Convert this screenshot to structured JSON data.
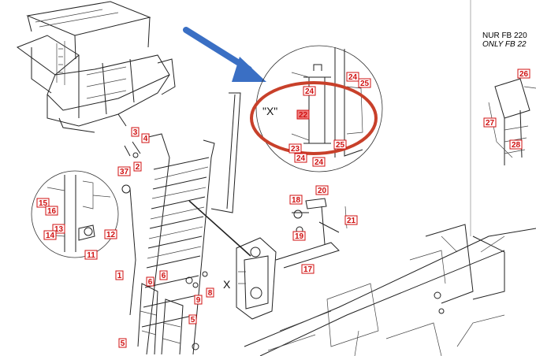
{
  "note": {
    "line1": "NUR FB 220",
    "line2": "ONLY FB 22"
  },
  "detail_label": "\"X\"",
  "view_label": "X",
  "colors": {
    "callout_border": "#d01010",
    "highlight_circle": "#c8402a",
    "arrow": "#3a6fc4",
    "line": "#222222"
  },
  "callouts": [
    {
      "id": "c1",
      "label": "1"
    },
    {
      "id": "c2",
      "label": "2"
    },
    {
      "id": "c3",
      "label": "3"
    },
    {
      "id": "c4",
      "label": "4"
    },
    {
      "id": "c5a",
      "label": "5"
    },
    {
      "id": "c5b",
      "label": "5"
    },
    {
      "id": "c6a",
      "label": "6"
    },
    {
      "id": "c6b",
      "label": "6"
    },
    {
      "id": "c8",
      "label": "8"
    },
    {
      "id": "c9",
      "label": "9"
    },
    {
      "id": "c11",
      "label": "11"
    },
    {
      "id": "c12",
      "label": "12"
    },
    {
      "id": "c13",
      "label": "13"
    },
    {
      "id": "c14",
      "label": "14"
    },
    {
      "id": "c15",
      "label": "15"
    },
    {
      "id": "c16",
      "label": "16"
    },
    {
      "id": "c17",
      "label": "17"
    },
    {
      "id": "c18",
      "label": "18"
    },
    {
      "id": "c19",
      "label": "19"
    },
    {
      "id": "c20",
      "label": "20"
    },
    {
      "id": "c21",
      "label": "21"
    },
    {
      "id": "c22",
      "label": "22"
    },
    {
      "id": "c23",
      "label": "23"
    },
    {
      "id": "c24a",
      "label": "24"
    },
    {
      "id": "c24b",
      "label": "24"
    },
    {
      "id": "c24c",
      "label": "24"
    },
    {
      "id": "c24d",
      "label": "24"
    },
    {
      "id": "c25a",
      "label": "25"
    },
    {
      "id": "c25b",
      "label": "25"
    },
    {
      "id": "c26",
      "label": "26"
    },
    {
      "id": "c27",
      "label": "27"
    },
    {
      "id": "c28",
      "label": "28"
    },
    {
      "id": "c37",
      "label": "37"
    }
  ]
}
